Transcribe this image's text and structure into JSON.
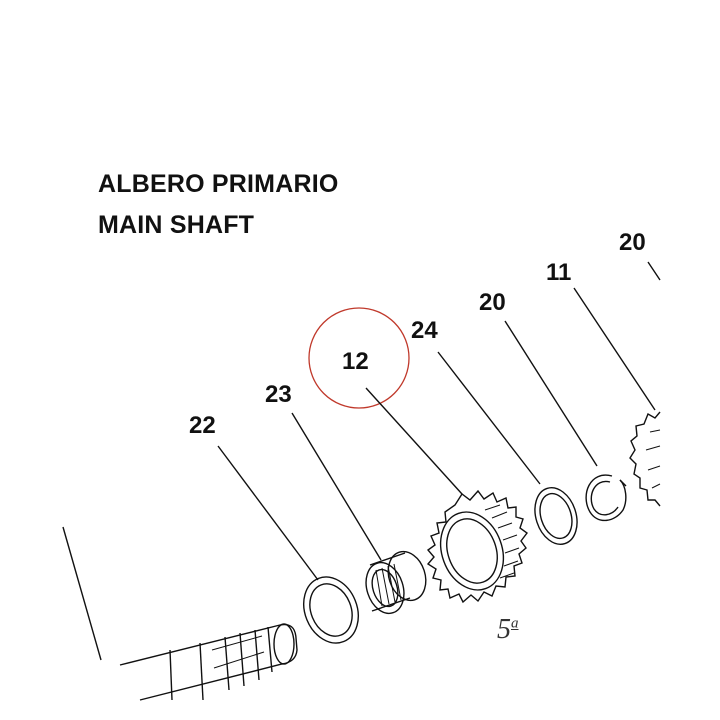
{
  "title": {
    "line1": "ALBERO PRIMARIO",
    "line2": "MAIN SHAFT"
  },
  "callouts": [
    {
      "id": "22",
      "label": "22"
    },
    {
      "id": "23",
      "label": "23"
    },
    {
      "id": "12",
      "label": "12",
      "highlighted": true
    },
    {
      "id": "24",
      "label": "24"
    },
    {
      "id": "20a",
      "label": "20"
    },
    {
      "id": "11",
      "label": "11"
    },
    {
      "id": "20b",
      "label": "20"
    }
  ],
  "sheet_marker": {
    "number": "5",
    "suffix": "a"
  },
  "colors": {
    "ink": "#111111",
    "highlight_circle": "#c0392b"
  }
}
